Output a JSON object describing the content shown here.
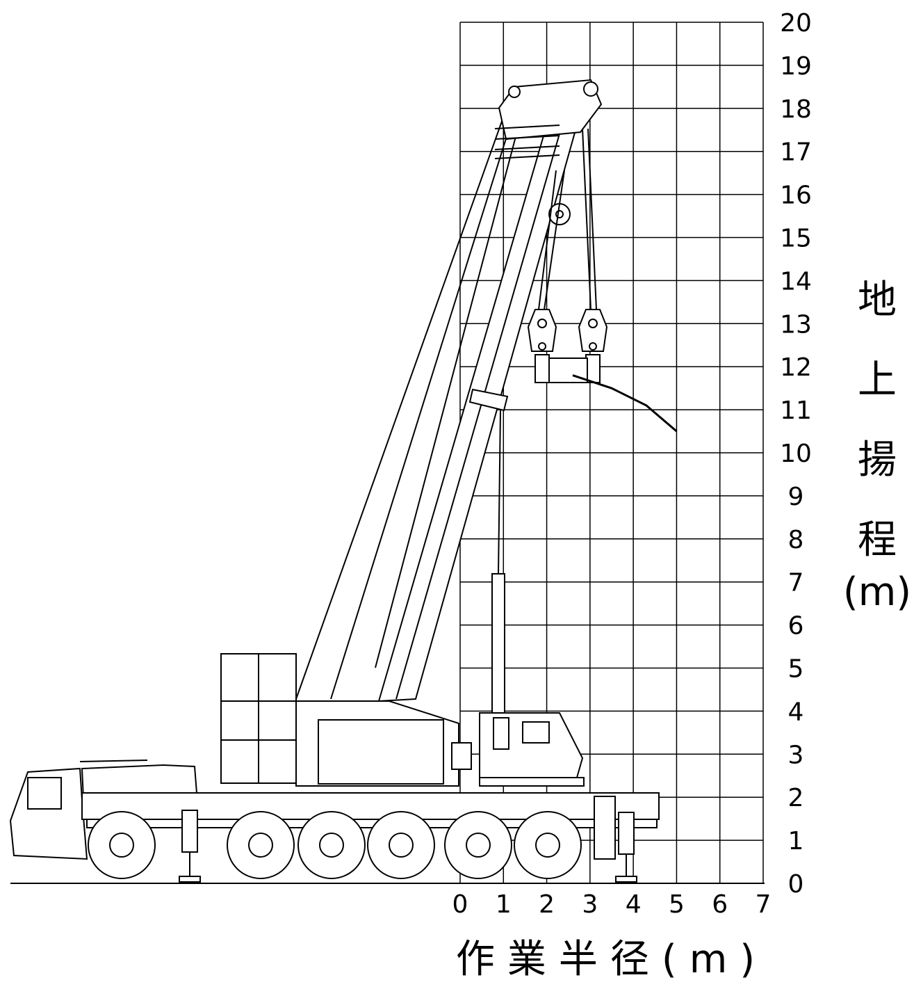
{
  "chart_data": {
    "type": "line",
    "title": "",
    "xlabel": "作業半径(m)",
    "ylabel": "地上揚程(m)",
    "xlim": [
      0,
      7
    ],
    "ylim": [
      0,
      20
    ],
    "x_ticks": [
      "0",
      "1",
      "2",
      "3",
      "4",
      "5",
      "6",
      "7"
    ],
    "y_ticks": [
      "0",
      "1",
      "2",
      "3",
      "4",
      "5",
      "6",
      "7",
      "8",
      "9",
      "10",
      "11",
      "12",
      "13",
      "14",
      "15",
      "16",
      "17",
      "18",
      "19",
      "20"
    ],
    "grid": true,
    "series": [
      {
        "x": [
          2.6,
          3.5,
          4.3,
          5.0
        ],
        "y": [
          11.8,
          11.5,
          11.1,
          10.5
        ]
      }
    ]
  },
  "diagram": {
    "subject": "crane-truck-side-view"
  }
}
